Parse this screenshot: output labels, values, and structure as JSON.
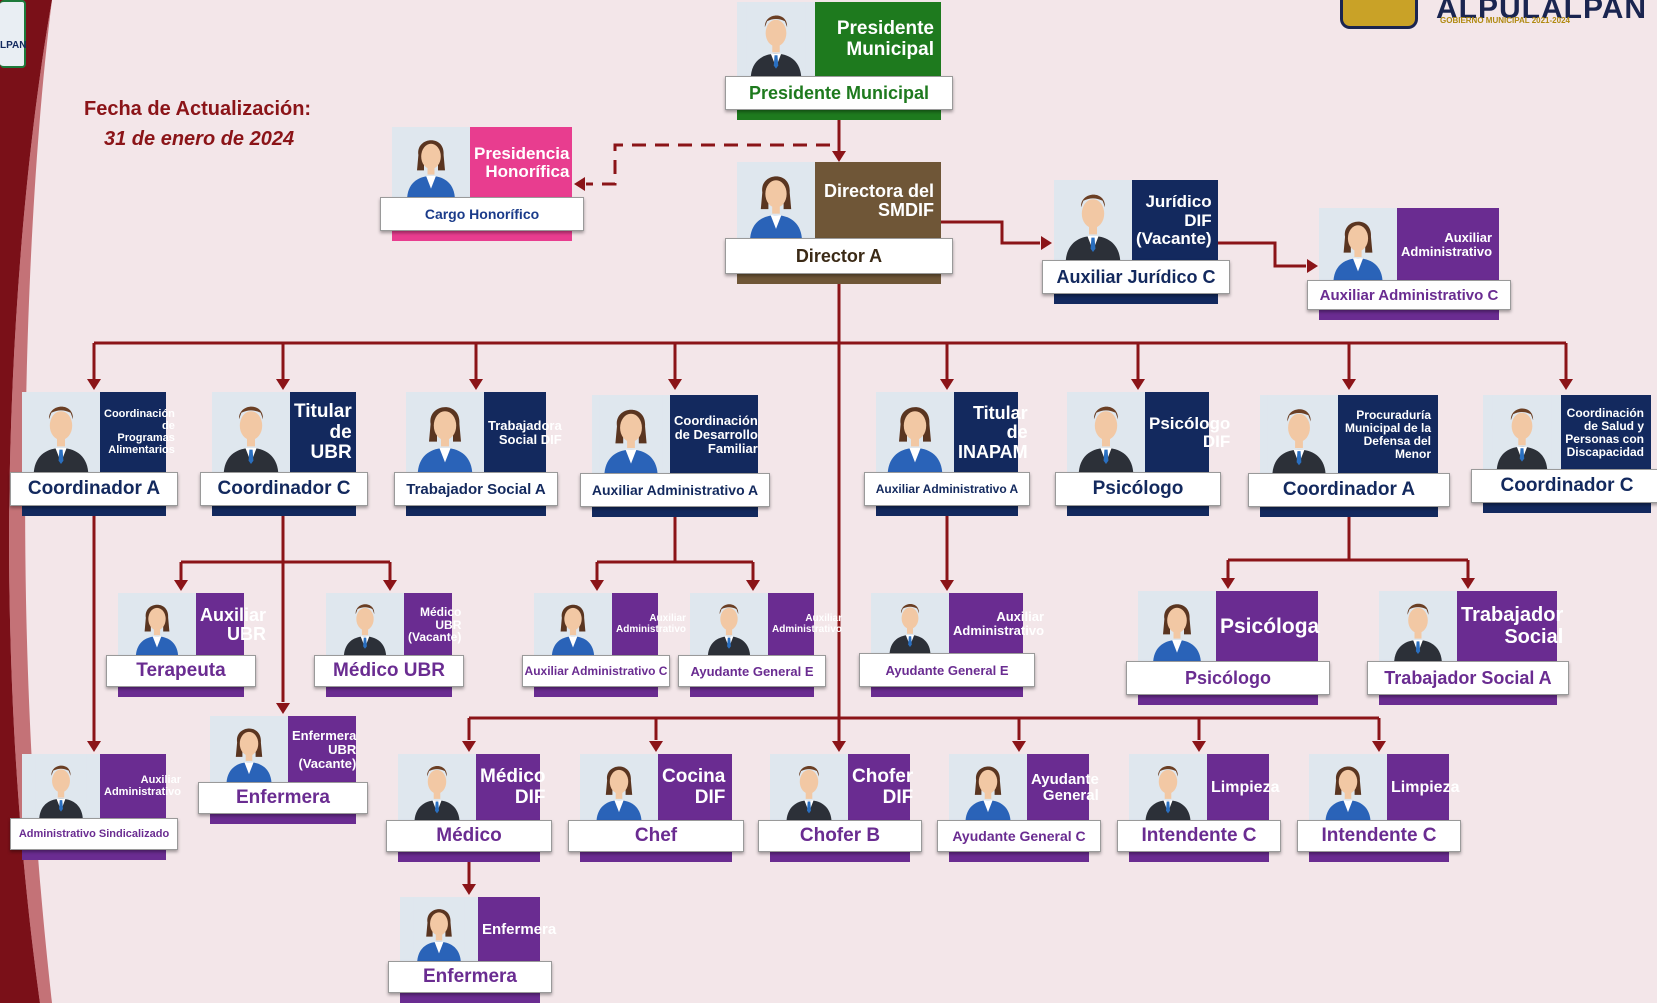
{
  "header": {
    "update_label": "Fecha de Actualización:",
    "update_date": "31 de enero de 2024",
    "logo_text": "ALPULALPAN",
    "logo_subtext": "GOBIERNO MUNICIPAL 2021-2024",
    "corner_badge_text": "LPAN"
  },
  "colors": {
    "green": "#1e7a1e",
    "brown": "#6f5637",
    "navy": "#13295e",
    "purple": "#6a2c91",
    "pink": "#e83d8f",
    "connector": "#8b1418",
    "background": "#f3e6e9",
    "swoosh": "#7a1018"
  },
  "nodes": [
    {
      "id": "presidente",
      "title": "Presidente\nMunicipal",
      "plate": "Presidente Municipal",
      "color": "green",
      "gender": "m",
      "icon": "male-avatar-icon"
    },
    {
      "id": "presidencia-honorifica",
      "title": "Presidencia\nHonorífica",
      "plate": "Cargo Honorífico",
      "color": "pink",
      "gender": "f",
      "icon": "female-avatar-icon"
    },
    {
      "id": "directora-smdif",
      "title": "Directora del\nSMDIF",
      "plate": "Director A",
      "color": "brown",
      "gender": "f",
      "icon": "female-avatar-icon"
    },
    {
      "id": "juridico-dif",
      "title": "Jurídico\nDIF\n(Vacante)",
      "plate": "Auxiliar Jurídico C",
      "color": "navy",
      "gender": "m",
      "icon": "male-avatar-icon"
    },
    {
      "id": "aux-admin-juridico",
      "title": "Auxiliar\nAdministrativo",
      "plate": "Auxiliar Administrativo C",
      "color": "purple",
      "gender": "f",
      "icon": "female-avatar-icon"
    },
    {
      "id": "coord-programas-alimentarios",
      "title": "Coordinación\nde Programas\nAlimentarios",
      "plate": "Coordinador A",
      "color": "navy",
      "gender": "m",
      "icon": "male-avatar-icon"
    },
    {
      "id": "titular-ubr",
      "title": "Titular\nde UBR",
      "plate": "Coordinador C",
      "color": "navy",
      "gender": "m",
      "icon": "male-avatar-icon"
    },
    {
      "id": "trabajadora-social-dif",
      "title": "Trabajadora\nSocial DIF",
      "plate": "Trabajador Social A",
      "color": "navy",
      "gender": "f",
      "icon": "female-avatar-icon"
    },
    {
      "id": "coord-desarrollo-familiar",
      "title": "Coordinación\nde Desarrollo\nFamiliar",
      "plate": "Auxiliar Administrativo A",
      "color": "navy",
      "gender": "f",
      "icon": "female-avatar-icon"
    },
    {
      "id": "titular-inapam",
      "title": "Titular de\nINAPAM",
      "plate": "Auxiliar Administrativo A",
      "color": "navy",
      "gender": "f",
      "icon": "female-avatar-icon"
    },
    {
      "id": "psicologo-dif",
      "title": "Psicólogo\nDIF",
      "plate": "Psicólogo",
      "color": "navy",
      "gender": "m",
      "icon": "male-avatar-icon"
    },
    {
      "id": "procuraduria",
      "title": "Procuraduría\nMunicipal de la\nDefensa del\nMenor",
      "plate": "Coordinador A",
      "color": "navy",
      "gender": "m",
      "icon": "male-avatar-icon"
    },
    {
      "id": "coord-salud-discapacidad",
      "title": "Coordinación\nde Salud y\nPersonas con\nDiscapacidad",
      "plate": "Coordinador C",
      "color": "navy",
      "gender": "m",
      "icon": "male-avatar-icon"
    },
    {
      "id": "auxiliar-ubr",
      "title": "Auxiliar\nUBR",
      "plate": "Terapeuta",
      "color": "purple",
      "gender": "f",
      "icon": "female-avatar-icon"
    },
    {
      "id": "medico-ubr",
      "title": "Médico\nUBR\n(Vacante)",
      "plate": "Médico UBR",
      "color": "purple",
      "gender": "m",
      "icon": "male-avatar-icon"
    },
    {
      "id": "aux-admin-desarrollo-1",
      "title": "Auxiliar\nAdministrativo",
      "plate": "Auxiliar Administrativo C",
      "color": "purple",
      "gender": "f",
      "icon": "female-avatar-icon"
    },
    {
      "id": "aux-admin-desarrollo-2",
      "title": "Auxiliar\nAdministrativo",
      "plate": "Ayudante General E",
      "color": "purple",
      "gender": "m",
      "icon": "male-avatar-icon"
    },
    {
      "id": "aux-admin-inapam",
      "title": "Auxiliar\nAdministrativo",
      "plate": "Ayudante General E",
      "color": "purple",
      "gender": "m",
      "icon": "male-avatar-icon"
    },
    {
      "id": "psicologa",
      "title": "Psicóloga",
      "plate": "Psicólogo",
      "color": "purple",
      "gender": "f",
      "icon": "female-avatar-icon"
    },
    {
      "id": "trabajador-social",
      "title": "Trabajador\nSocial",
      "plate": "Trabajador Social A",
      "color": "purple",
      "gender": "m",
      "icon": "male-avatar-icon"
    },
    {
      "id": "aux-admin-sindicalizado",
      "title": "Auxiliar\nAdministrativo",
      "plate": "Administrativo Sindicalizado",
      "color": "purple",
      "gender": "m",
      "icon": "male-avatar-icon"
    },
    {
      "id": "enfermera-ubr",
      "title": "Enfermera\nUBR\n(Vacante)",
      "plate": "Enfermera",
      "color": "purple",
      "gender": "f",
      "icon": "female-avatar-icon"
    },
    {
      "id": "medico-dif",
      "title": "Médico\nDIF",
      "plate": "Médico",
      "color": "purple",
      "gender": "m",
      "icon": "male-avatar-icon"
    },
    {
      "id": "cocina-dif",
      "title": "Cocina\nDIF",
      "plate": "Chef",
      "color": "purple",
      "gender": "f",
      "icon": "female-avatar-icon"
    },
    {
      "id": "chofer-dif",
      "title": "Chofer\nDIF",
      "plate": "Chofer B",
      "color": "purple",
      "gender": "m",
      "icon": "male-avatar-icon"
    },
    {
      "id": "ayudante-general",
      "title": "Ayudante\nGeneral",
      "plate": "Ayudante General C",
      "color": "purple",
      "gender": "f",
      "icon": "female-avatar-icon"
    },
    {
      "id": "limpieza-1",
      "title": "Limpieza",
      "plate": "Intendente C",
      "color": "purple",
      "gender": "m",
      "icon": "male-avatar-icon"
    },
    {
      "id": "limpieza-2",
      "title": "Limpieza",
      "plate": "Intendente C",
      "color": "purple",
      "gender": "f",
      "icon": "female-avatar-icon"
    },
    {
      "id": "enfermera-dif",
      "title": "Enfermera",
      "plate": "Enfermera",
      "color": "purple",
      "gender": "f",
      "icon": "female-avatar-icon"
    }
  ]
}
